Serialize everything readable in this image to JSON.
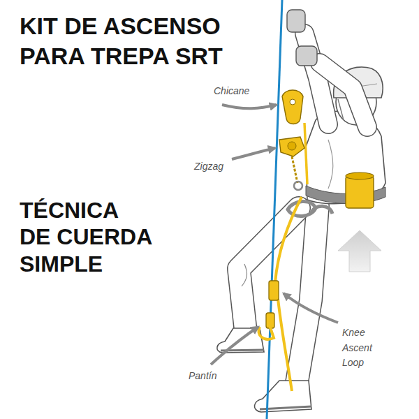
{
  "diagram": {
    "title": "KIT DE ASCENSO PARA TREPA SRT",
    "labels": [
      "TÉCNICA DE CUERDA SIMPLE",
      "Chicane",
      "Zigzag",
      "Knee Ascent Loop",
      "Pantín"
    ]
  }
}
